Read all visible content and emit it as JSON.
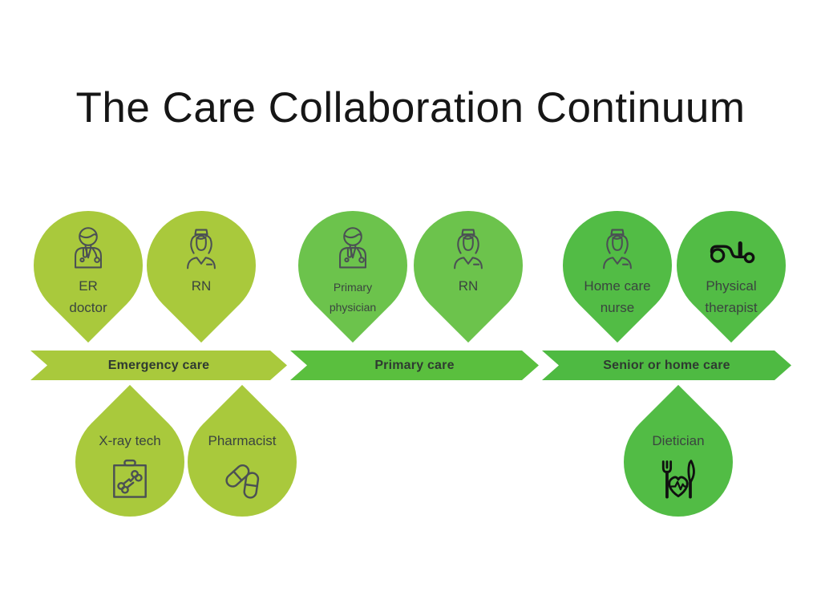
{
  "title": "The Care Collaboration Continuum",
  "stages": [
    {
      "id": "emergency",
      "label": "Emergency care",
      "color": "#a9c93c"
    },
    {
      "id": "primary",
      "label": "Primary care",
      "color": "#5abf3e"
    },
    {
      "id": "senior",
      "label": "Senior or home care",
      "color": "#4eba42"
    }
  ],
  "pins": {
    "er_doctor": {
      "label": "ER\ndoctor",
      "icon": "doctor-icon",
      "stage": "Emergency care"
    },
    "rn_emergency": {
      "label": "RN",
      "icon": "nurse-icon",
      "stage": "Emergency care"
    },
    "primary_physician": {
      "label": "Primary\nphysician",
      "icon": "doctor-icon",
      "stage": "Primary care"
    },
    "rn_primary": {
      "label": "RN",
      "icon": "nurse-icon",
      "stage": "Primary care"
    },
    "home_care_nurse": {
      "label": "Home care\nnurse",
      "icon": "nurse-icon",
      "stage": "Senior or home care"
    },
    "physical_therapist": {
      "label": "Physical\ntherapist",
      "icon": "recumbent-bike-icon",
      "stage": "Senior or home care"
    },
    "xray_tech": {
      "label": "X-ray tech",
      "icon": "xray-board-icon",
      "stage": "Emergency care"
    },
    "pharmacist": {
      "label": "Pharmacist",
      "icon": "pill-capsules-icon",
      "stage": "Emergency care"
    },
    "dietician": {
      "label": "Dietician",
      "icon": "nutrition-heart-icon",
      "stage": "Senior or home care"
    }
  },
  "colors": {
    "background": "#ffffff",
    "group1": "#a9c93c",
    "group2": "#6cc34c",
    "group3": "#52bc45",
    "band1": "#a9c93c",
    "band2": "#5abf3e",
    "band3": "#4eba42",
    "title_text": "#161616",
    "pin_text": "#3a443f",
    "band_text": "#2f3a31",
    "icon_gray": "#4b5054",
    "icon_black": "#101010"
  }
}
